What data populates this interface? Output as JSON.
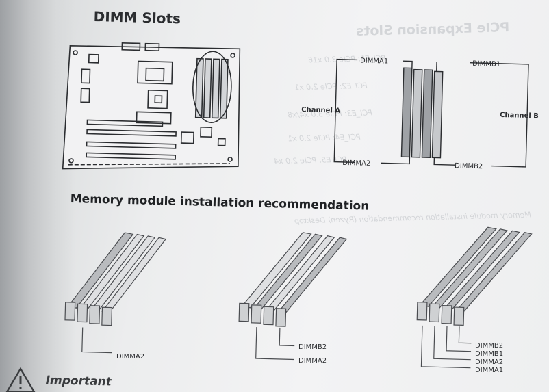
{
  "document": {
    "section_title": "DIMM Slots",
    "channel_a_label": "Channel A",
    "channel_b_label": "Channel B",
    "slot_labels": {
      "dimma1": "DIMMA1",
      "dimma2": "DIMMA2",
      "dimmb1": "DIMMB1",
      "dimmb2": "DIMMB2"
    },
    "recommendation_heading": "Memory module installation recommendation",
    "config_one_module": [
      "DIMMA2"
    ],
    "config_two_modules": [
      "DIMMB2",
      "DIMMA2"
    ],
    "config_four_modules": [
      "DIMMB2",
      "DIMMB1",
      "DIMMA2",
      "DIMMA1"
    ],
    "important_label": "Important"
  },
  "show_through_text": {
    "title": "PCIe Expansion Slots",
    "lines": [
      "PCI_E1: PCIe 3.0 x16",
      "PCI_E2: PCIe 2.0 x1",
      "PCI_E3: PCIe 3.0 x4/x8",
      "PCI_E4: PCIe 2.0 x1",
      "PCI_E5: PCIe 2.0 x4",
      "Memory module installation recommendation (Ryzen) Desktop"
    ]
  },
  "colors": {
    "ink": "#2b2d30",
    "paper": "#eeeff0",
    "slot_fill": "#c7c9cc"
  }
}
